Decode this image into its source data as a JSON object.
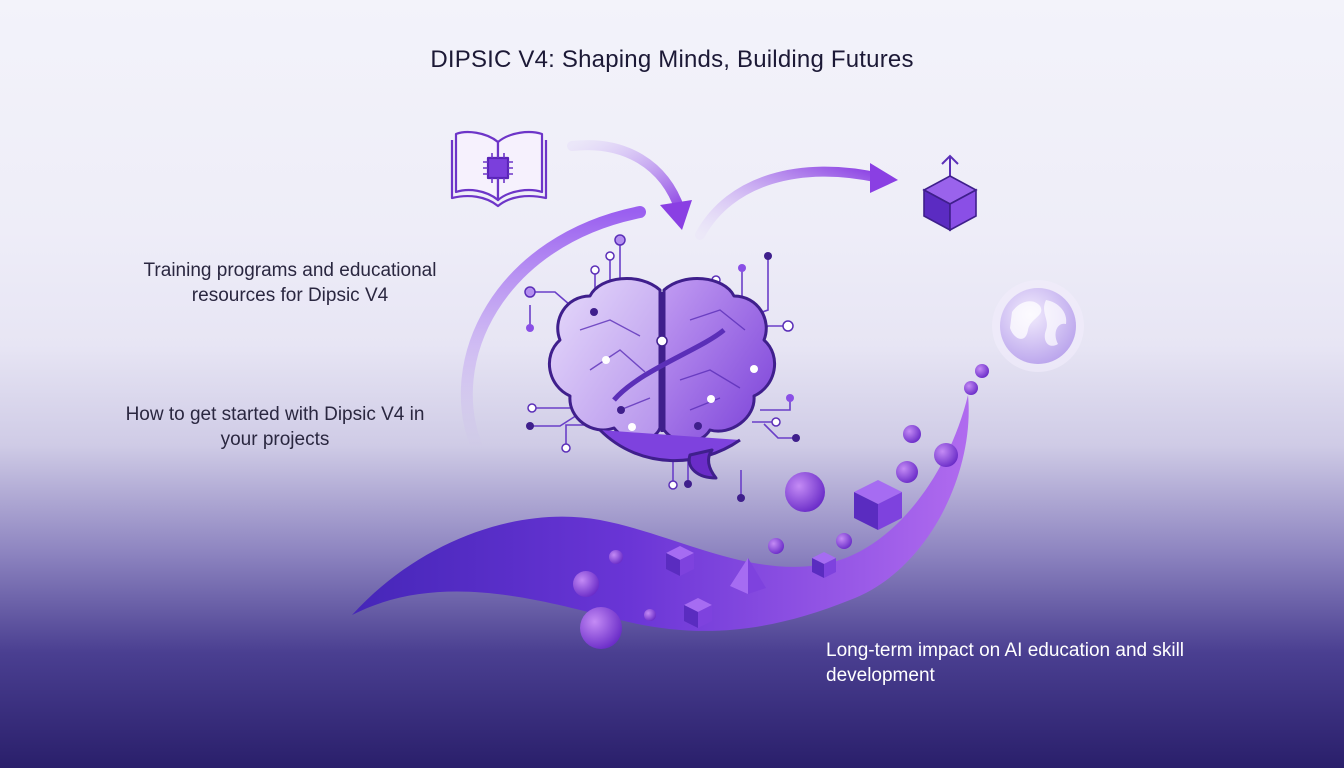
{
  "title": "DIPSIC V4: Shaping Minds, Building Futures",
  "callouts": {
    "training": "Training programs and educational resources for Dipsic V4",
    "getting_started": "How to get started with Dipsic V4 in your projects",
    "impact": "Long-term impact on AI education and skill development"
  },
  "icons": {
    "top_left": "book-with-chip-icon",
    "top_right": "cube-with-up-arrow-icon",
    "right": "globe-icon",
    "center": "brain-circuit-icon"
  },
  "colors": {
    "accent": "#8b4fe0",
    "accent_light": "#b58cf0",
    "deep": "#4b2fb4",
    "text_dark": "#1c1936",
    "text_light": "#ffffff"
  }
}
